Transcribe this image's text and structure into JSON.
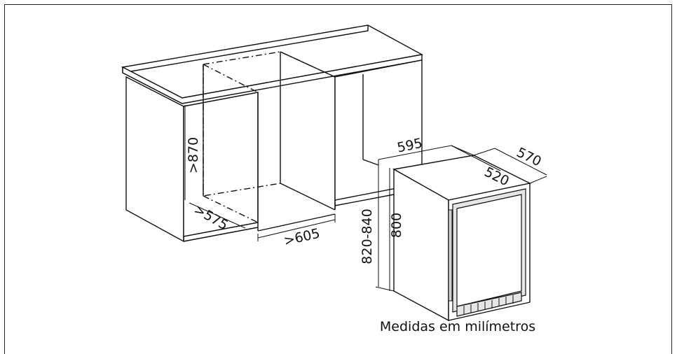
{
  "dimensions": {
    "niche_height": ">870",
    "niche_depth": ">575",
    "niche_width": ">605",
    "appliance_width": "595",
    "appliance_depth_total": "570",
    "appliance_depth_body": "520",
    "appliance_height_range": "820-840",
    "appliance_height": "800"
  },
  "caption": "Medidas em milímetros"
}
